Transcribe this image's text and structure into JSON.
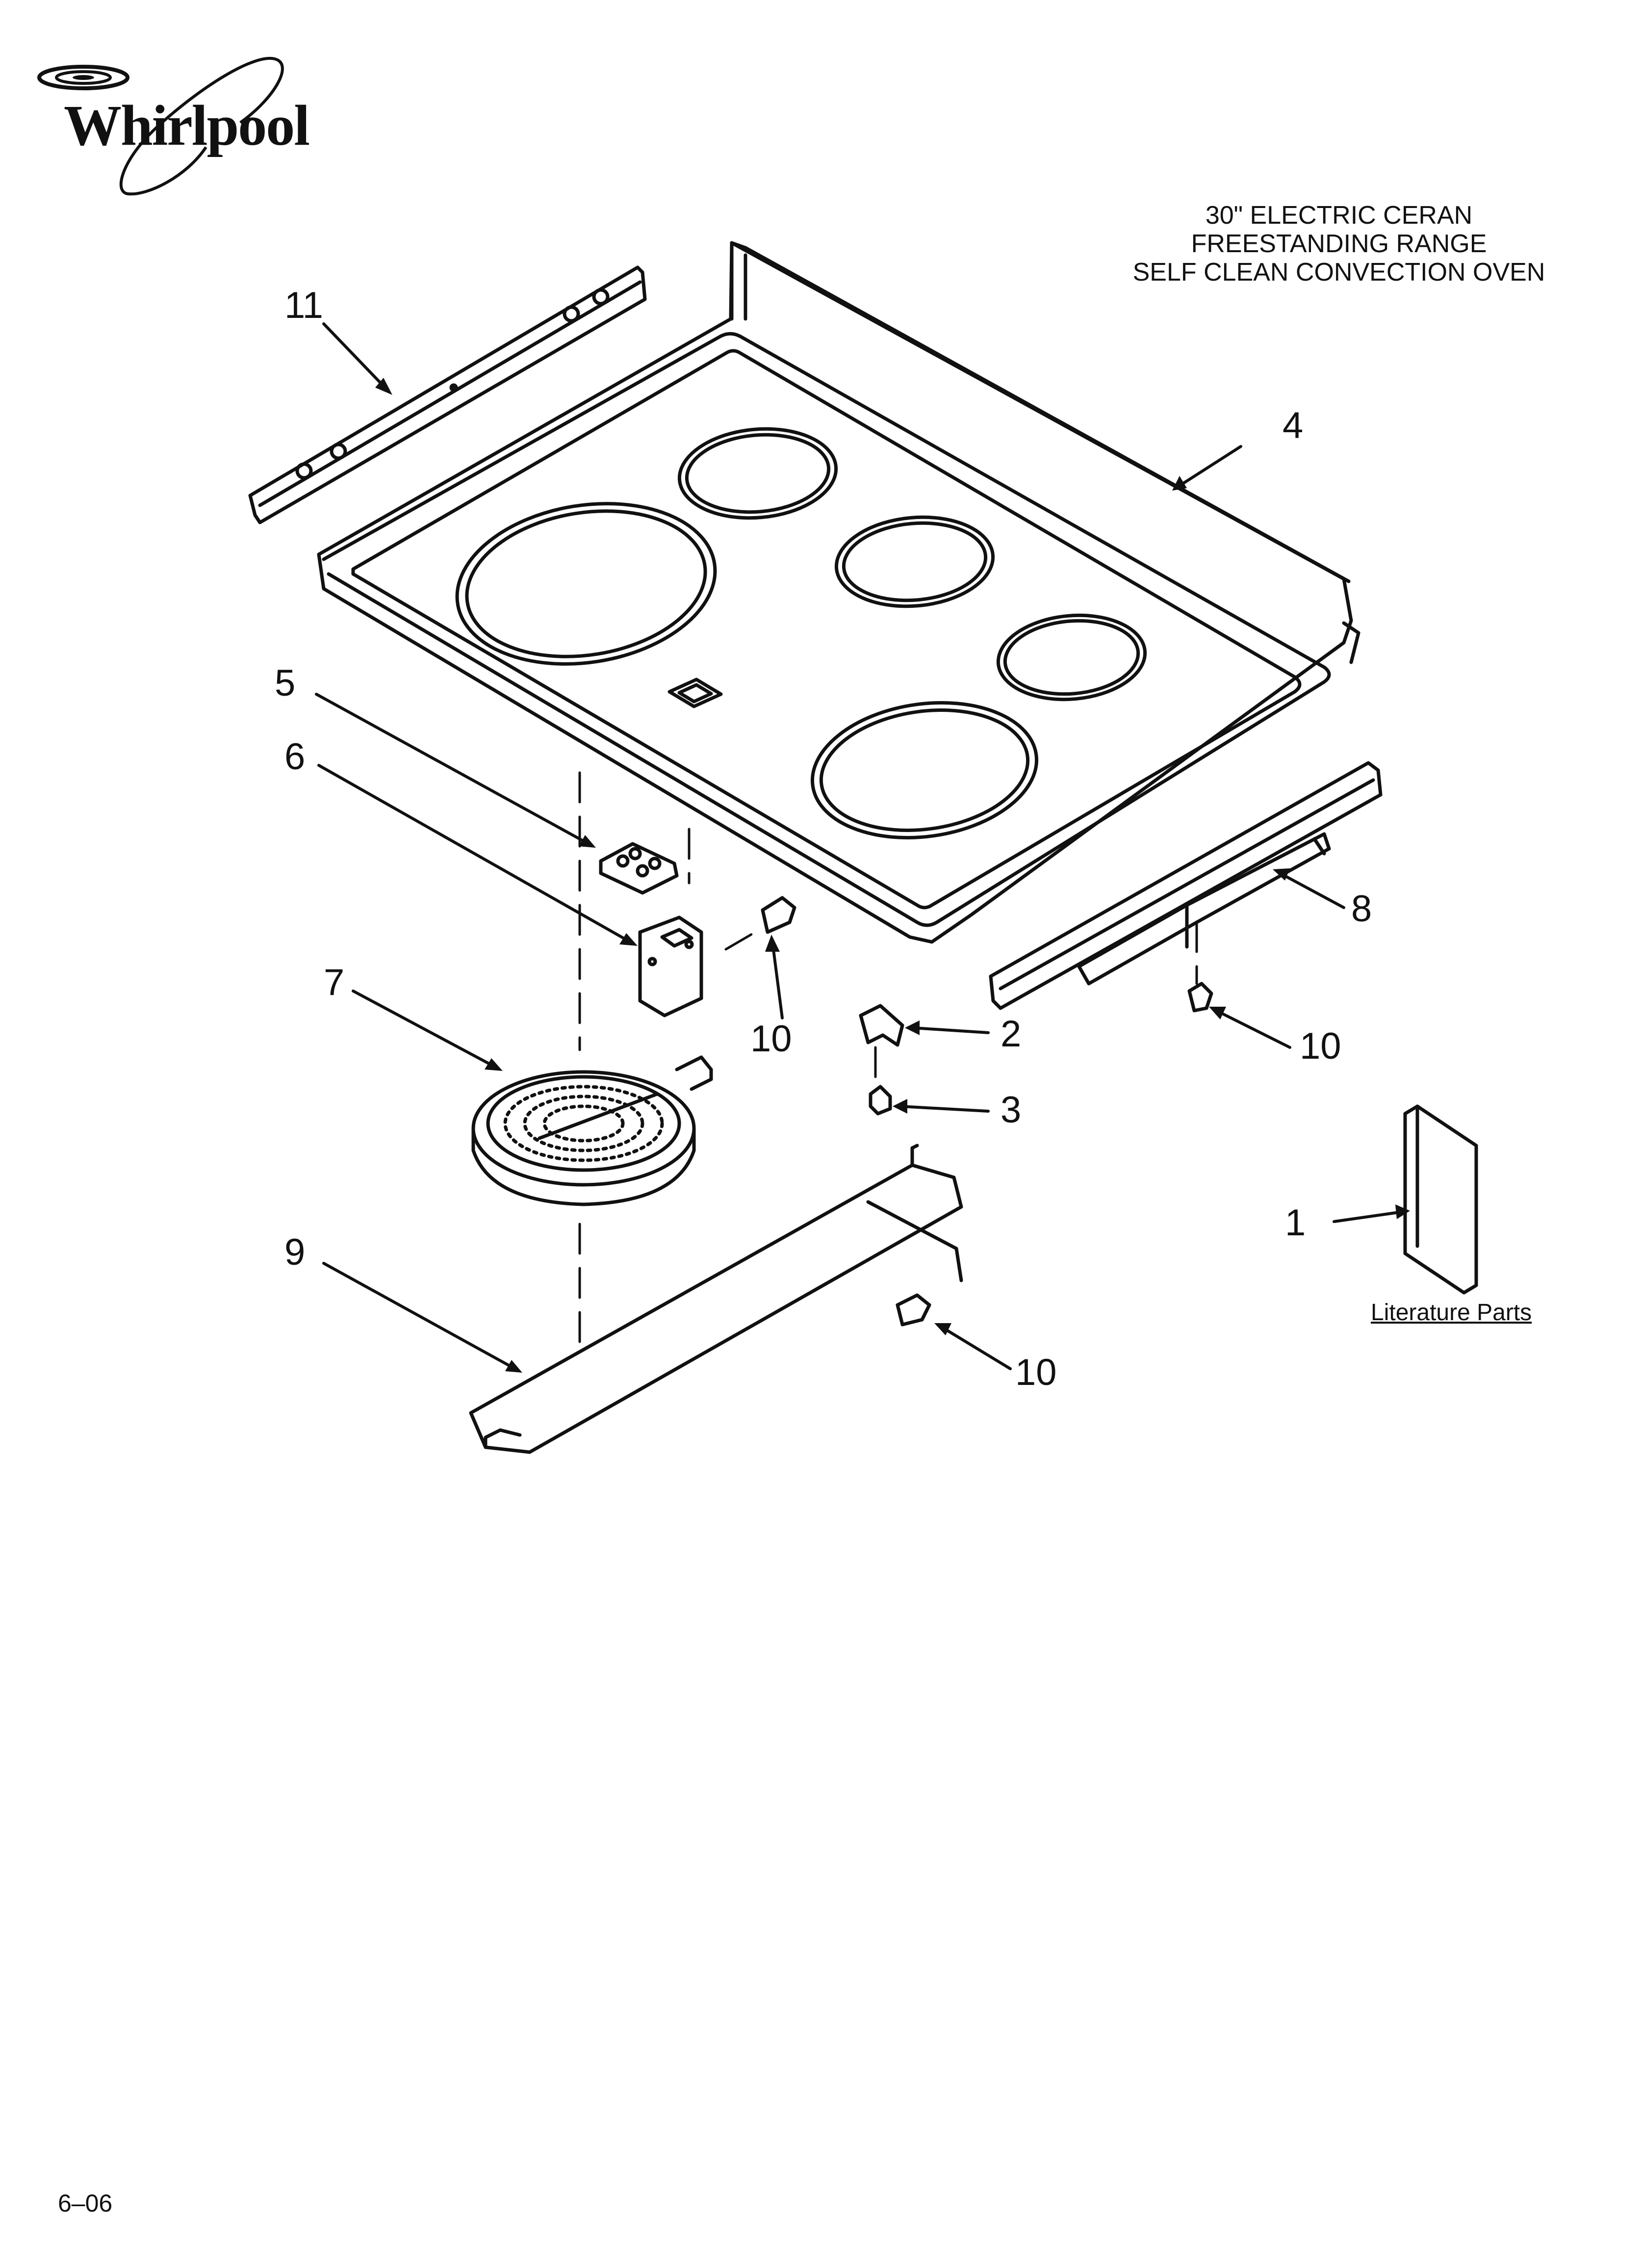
{
  "brand": {
    "logo_text": "Whirlpool"
  },
  "title_lines": [
    "30\" ELECTRIC CERAN",
    "FREESTANDING RANGE",
    "SELF CLEAN CONVECTION OVEN"
  ],
  "callouts": {
    "c1": "1",
    "c2": "2",
    "c3": "3",
    "c4": "4",
    "c5": "5",
    "c6": "6",
    "c7": "7",
    "c8": "8",
    "c9": "9",
    "c10a": "10",
    "c10b": "10",
    "c10c": "10",
    "c11": "11"
  },
  "literature_label": "Literature Parts",
  "footer_code": "6–06"
}
